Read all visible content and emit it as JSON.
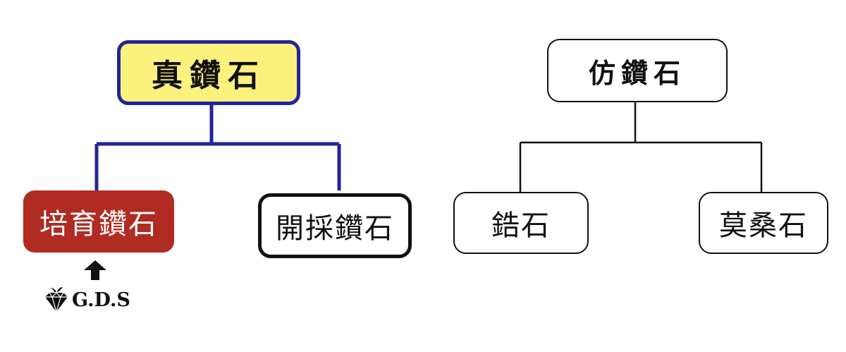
{
  "diagram": {
    "real_branch": {
      "root_label": "真鑽石",
      "children": [
        {
          "label": "培育鑽石"
        },
        {
          "label": "開採鑽石"
        }
      ],
      "colors": {
        "root_fill": "#fbf27e",
        "root_border": "#24249a",
        "connector": "#24249a",
        "lab_grown_fill": "#b02b21",
        "lab_grown_text": "#ffffff"
      }
    },
    "imitation_branch": {
      "root_label": "仿鑽石",
      "children": [
        {
          "label": "鋯石"
        },
        {
          "label": "莫桑石"
        }
      ],
      "colors": {
        "connector": "#111111",
        "border": "#111111"
      }
    }
  },
  "logo": {
    "text": "G.D.S",
    "icon": "diamond-apple-icon"
  },
  "annotations": {
    "arrow_icon": "arrow-up-icon"
  }
}
